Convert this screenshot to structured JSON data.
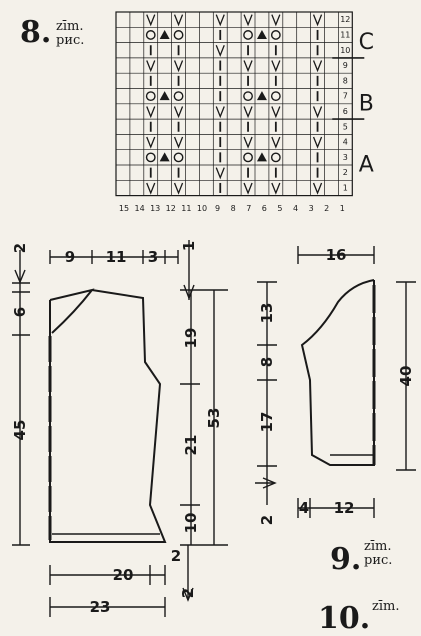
{
  "figure8": {
    "number": "8.",
    "caption_lat": "zīm.",
    "caption_cyr": "рис.",
    "chart": {
      "columns": 17,
      "rows": 12,
      "column_labels": [
        "15",
        "14",
        "13",
        "12",
        "11",
        "10",
        "9",
        "8",
        "7",
        "6",
        "5",
        "4",
        "3",
        "2",
        "1"
      ],
      "row_labels": [
        "12",
        "11",
        "10",
        "9",
        "8",
        "7",
        "6",
        "5",
        "4",
        "3",
        "2",
        "1"
      ],
      "section_labels": [
        "C",
        "B",
        "A"
      ],
      "symbols": [
        "k-stitch",
        "yarn-over",
        "decrease",
        "triangle-bobble",
        "open-circle"
      ]
    }
  },
  "figure9": {
    "number": "9.",
    "caption_lat": "zīm.",
    "caption_cyr": "рис."
  },
  "figure10": {
    "number": "10.",
    "caption_lat": "zīm."
  },
  "front": {
    "dim_top": [
      "9",
      "11",
      "3"
    ],
    "dim_top_right": "1",
    "dim_left_upper": "2",
    "dim_left_shoulder": "6",
    "dim_left_body": "45",
    "dim_right": [
      "19",
      "21",
      "10"
    ],
    "dim_right_total": "53",
    "dim_bottom_inner": "20",
    "dim_bottom_side": "2",
    "dim_bottom_low": "2",
    "dim_bottom_total": "23"
  },
  "sleeve": {
    "dim_top": "16",
    "dim_left": [
      "13",
      "8",
      "17"
    ],
    "dim_left_bottom": "2",
    "dim_right_total": "40",
    "dim_bottom": [
      "4",
      "12"
    ]
  }
}
